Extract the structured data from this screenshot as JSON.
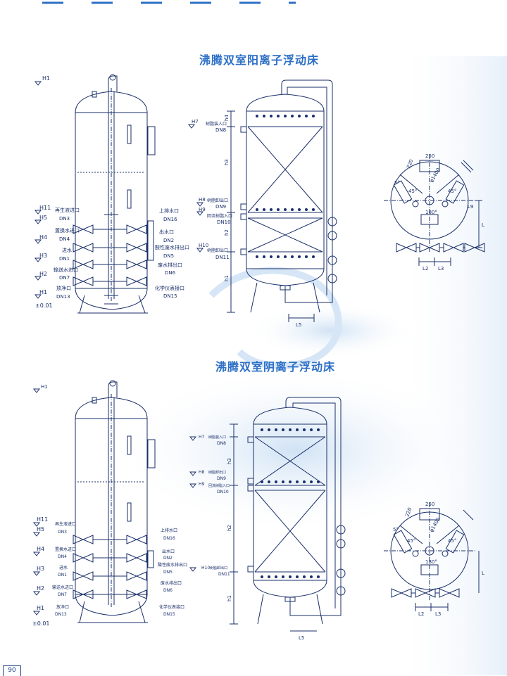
{
  "titles": {
    "cation": "沸腾双室阳离子浮动床",
    "anion": "沸腾双室阴离子浮动床"
  },
  "page_number": "90",
  "elevation_labels": {
    "h1": "H1",
    "h2": "H2",
    "h3": "H3",
    "h4": "H4",
    "h5": "H5",
    "h7": "H7",
    "h8": "H8",
    "h9": "H9",
    "h10": "H10",
    "h11": "H11",
    "zero": "±0.01"
  },
  "left_labels": [
    {
      "name": "再生液进口",
      "dn": "DN3"
    },
    {
      "name": "置换水进口",
      "dn": "DN4"
    },
    {
      "name": "进水",
      "dn": "DN1"
    },
    {
      "name": "输送水进口",
      "dn": "DN7"
    },
    {
      "name": "放净口",
      "dn": "DN13"
    }
  ],
  "right_labels": [
    {
      "name": "上排水口",
      "dn": "DN16"
    },
    {
      "name": "出水口",
      "dn": "DN2"
    },
    {
      "name": "酸性废水排出口",
      "dn": "DN5"
    },
    {
      "name": "废水排出口",
      "dn": "DN6"
    },
    {
      "name": "化学仪表接口",
      "dn": "DN15"
    }
  ],
  "middle_labels": {
    "resin_in": {
      "name": "树脂装入口",
      "dn": "DN8"
    },
    "resin_out": {
      "name": "树脂卸出口",
      "dn": "DN9"
    },
    "resin_return": {
      "name": "回流树脂入口",
      "dn": "DN10"
    },
    "resin_out2": {
      "name": "树脂卸出口",
      "dn": "DN11"
    }
  },
  "dims": {
    "h1": "h1",
    "h2": "h2",
    "h3": "h3",
    "h4": "h4",
    "l": "L",
    "l2": "L2",
    "l3": "L3",
    "l5": "L5",
    "l9": "L9",
    "d250": "250",
    "d220": "220",
    "dphi": "φ1400",
    "a45": "45°",
    "a5": "5°",
    "a180": "180°"
  },
  "colors": {
    "ink": "#1a2f6a",
    "title": "#2d6fc6",
    "wash": "#cfe2f5"
  }
}
